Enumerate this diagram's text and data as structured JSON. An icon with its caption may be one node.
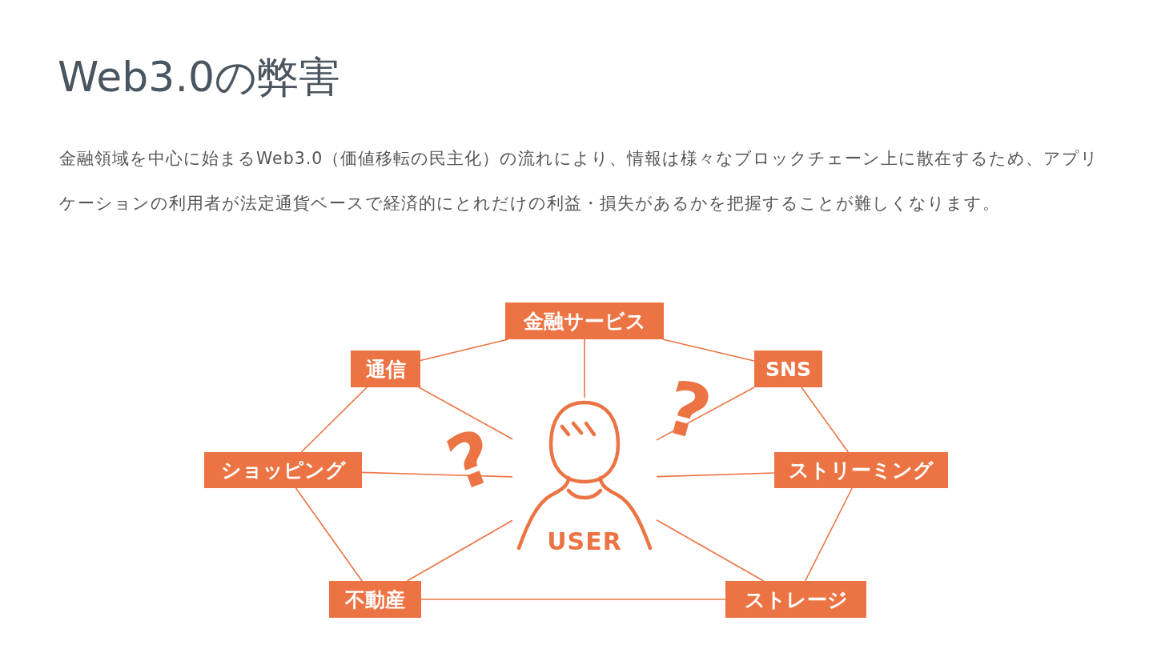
{
  "diagram": {
    "title": "Web3.0の弊害",
    "caption": "金融領域を中心に始まるWeb3.0（価値移転の民主化）の流れにより、情報は様々なブロックチェーン上に散在するため、アプリケーションの利用者が法定通貨ベースで経済的にとれだけの利益・損失があるかを把握することが難しくなります。",
    "nodes": [
      {
        "text": [
          "金融サービス"
        ]
      },
      {
        "text": [
          "通信"
        ]
      },
      {
        "text": [
          "SNS"
        ]
      },
      {
        "text": [
          "USER"
        ]
      },
      {
        "text": [
          "ショッピング"
        ]
      },
      {
        "text": [
          "ストリーミング"
        ]
      },
      {
        "text": [
          "不動産"
        ]
      },
      {
        "text": [
          "ストレージ"
        ]
      }
    ],
    "edges": [
      {
        "from": 0,
        "to": 1,
        "arrow": "none"
      },
      {
        "from": 0,
        "to": 2,
        "arrow": "none"
      },
      {
        "from": 1,
        "to": 4,
        "arrow": "none"
      },
      {
        "from": 2,
        "to": 5,
        "arrow": "none"
      },
      {
        "from": 4,
        "to": 6,
        "arrow": "none"
      },
      {
        "from": 5,
        "to": 7,
        "arrow": "none"
      },
      {
        "from": 6,
        "to": 7,
        "arrow": "none"
      },
      {
        "from": 3,
        "to": 0,
        "arrow": "none"
      },
      {
        "from": 3,
        "to": 1,
        "arrow": "none"
      },
      {
        "from": 3,
        "to": 2,
        "arrow": "none"
      },
      {
        "from": 3,
        "to": 4,
        "arrow": "none"
      },
      {
        "from": 3,
        "to": 5,
        "arrow": "none"
      },
      {
        "from": 3,
        "to": 6,
        "arrow": "none"
      },
      {
        "from": 3,
        "to": 7,
        "arrow": "none"
      }
    ],
    "labels": [
      "?",
      "?"
    ]
  }
}
